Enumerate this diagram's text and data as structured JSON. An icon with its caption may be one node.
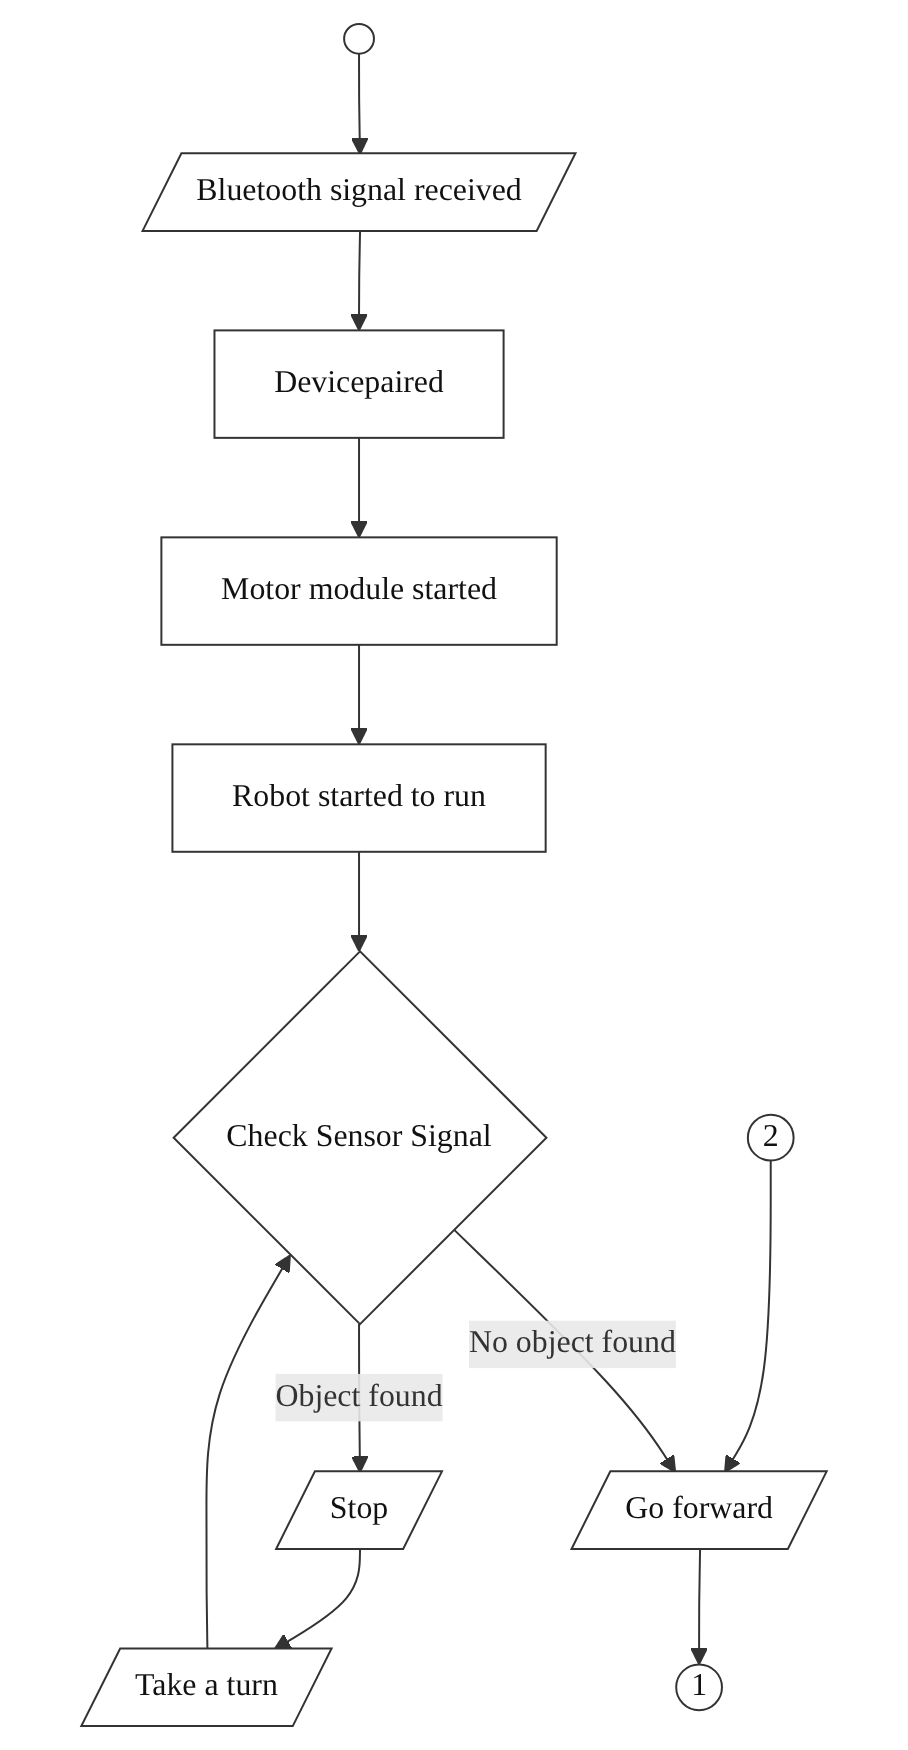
{
  "diagram": {
    "nodes": [
      {
        "text": [],
        "shape": "circle"
      },
      {
        "text": [
          "Bluetooth signal received"
        ]
      },
      {
        "text": [
          "Devicepaired"
        ]
      },
      {
        "text": [
          "Motor module started"
        ]
      },
      {
        "text": [
          "Robot started to run"
        ]
      },
      {
        "text": [
          "Check Sensor Signal"
        ]
      },
      {
        "text": [
          "Stop"
        ]
      },
      {
        "text": [
          "Take a turn"
        ]
      },
      {
        "text": [
          "Go forward"
        ]
      },
      {
        "text": [
          "1"
        ]
      },
      {
        "text": [
          "2"
        ]
      }
    ],
    "edges": [
      {
        "from": 0,
        "to": 1,
        "arrow": "to"
      },
      {
        "from": 1,
        "to": 2,
        "arrow": "to"
      },
      {
        "from": 2,
        "to": 3,
        "arrow": "to"
      },
      {
        "from": 3,
        "to": 4,
        "arrow": "to"
      },
      {
        "from": 4,
        "to": 5,
        "arrow": "to"
      },
      {
        "from": 5,
        "to": 8,
        "arrow": "to",
        "label": "No object found"
      },
      {
        "from": 5,
        "to": 6,
        "arrow": "to",
        "label": "Object found"
      },
      {
        "from": 6,
        "to": 7,
        "arrow": "to"
      },
      {
        "from": 7,
        "to": 5,
        "arrow": "to"
      },
      {
        "from": 8,
        "to": 9,
        "arrow": "to"
      },
      {
        "from": 10,
        "to": 8,
        "arrow": "to"
      }
    ]
  }
}
